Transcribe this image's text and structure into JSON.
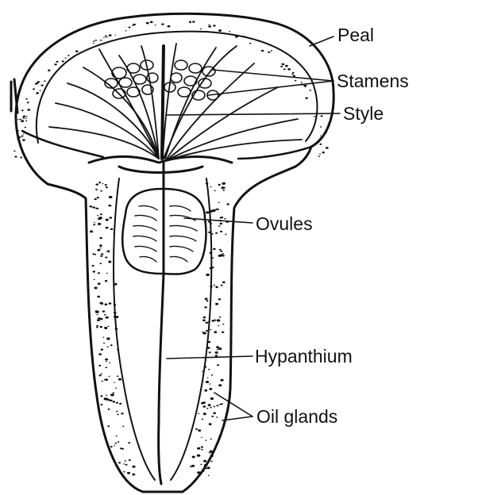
{
  "diagram": {
    "labels": {
      "peal": "Peal",
      "stamens": "Stamens",
      "style": "Style",
      "ovules": "Ovules",
      "hypanthium": "Hypanthium",
      "oil_glands": "Oil glands"
    },
    "colors": {
      "ink": "#111111",
      "background": "#ffffff"
    }
  }
}
